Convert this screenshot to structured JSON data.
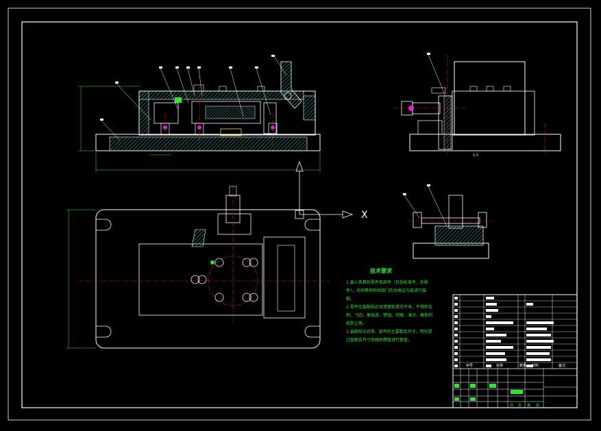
{
  "colors": {
    "background": "#000000",
    "line": "#ffffff",
    "hatch": "#2aa7a7",
    "center": "#e02020",
    "note": "#2ee62e",
    "magenta": "#e020e0",
    "yellow": "#e6e600"
  },
  "drawing": {
    "axis_label": "X",
    "view_caption": "1:1",
    "notes": {
      "title": "技术要求",
      "lines": [
        "1.装入夹具的零件及部件（包括标准件、外购",
        "件），均须具有检验部门的合格证方能进行装",
        "配。",
        "2.零件在装配前必须清理和清洗干净，不得有毛",
        "刺、飞边、氧化皮、锈蚀、切屑、油污、着色剂",
        "和灰尘等。",
        "3.装配前应对零、部件的主要配合尺寸，特别是",
        "过盈配合尺寸及相关精度进行复查。"
      ]
    },
    "title_block": {
      "header_labels": [
        "序号",
        "名称",
        "数量",
        "材料",
        "备注"
      ],
      "footer_labels": [
        "共",
        "张",
        "第",
        "张"
      ]
    }
  }
}
